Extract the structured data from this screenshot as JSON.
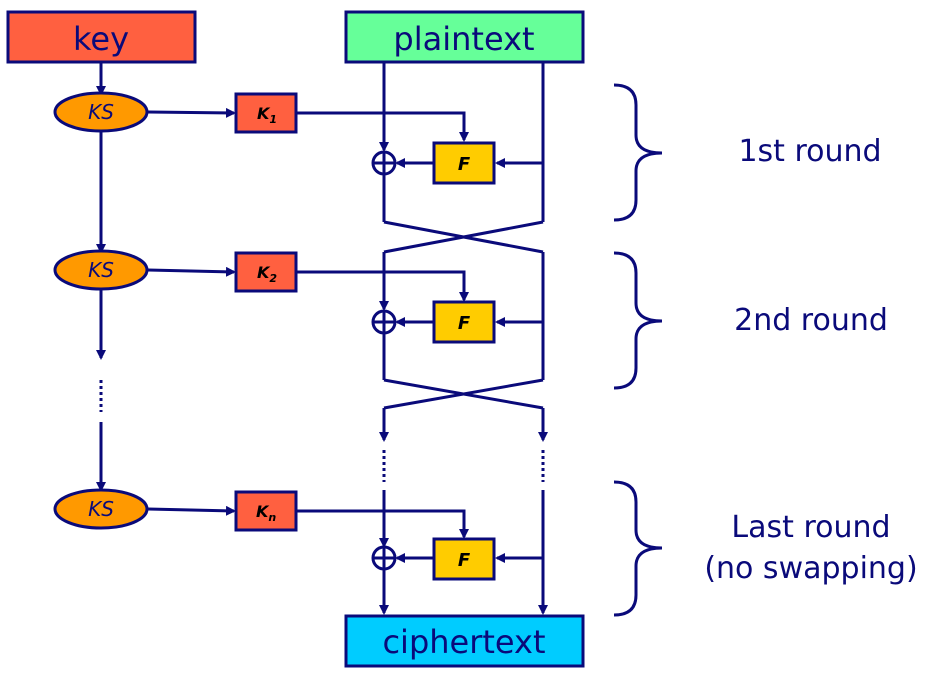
{
  "colors": {
    "line": "#0a0a7a",
    "key_box": "#ff6040",
    "plaintext_box": "#66ff99",
    "ciphertext_box": "#00ccff",
    "ks_ellipse": "#ff9900",
    "f_box": "#ffcc00",
    "k_box": "#ff6040"
  },
  "top": {
    "key_label": "key",
    "plaintext_label": "plaintext"
  },
  "bottom": {
    "ciphertext_label": "ciphertext"
  },
  "key_schedule": {
    "ks_label": "KS"
  },
  "subkeys": {
    "k_letter": "K",
    "k1_sub": "1",
    "k2_sub": "2",
    "kn_sub": "n"
  },
  "round_function": {
    "f_label": "F"
  },
  "rounds": {
    "round1_label": "1st round",
    "round2_label": "2nd round",
    "last_label_line1": "Last round",
    "last_label_line2": "(no swapping)"
  }
}
